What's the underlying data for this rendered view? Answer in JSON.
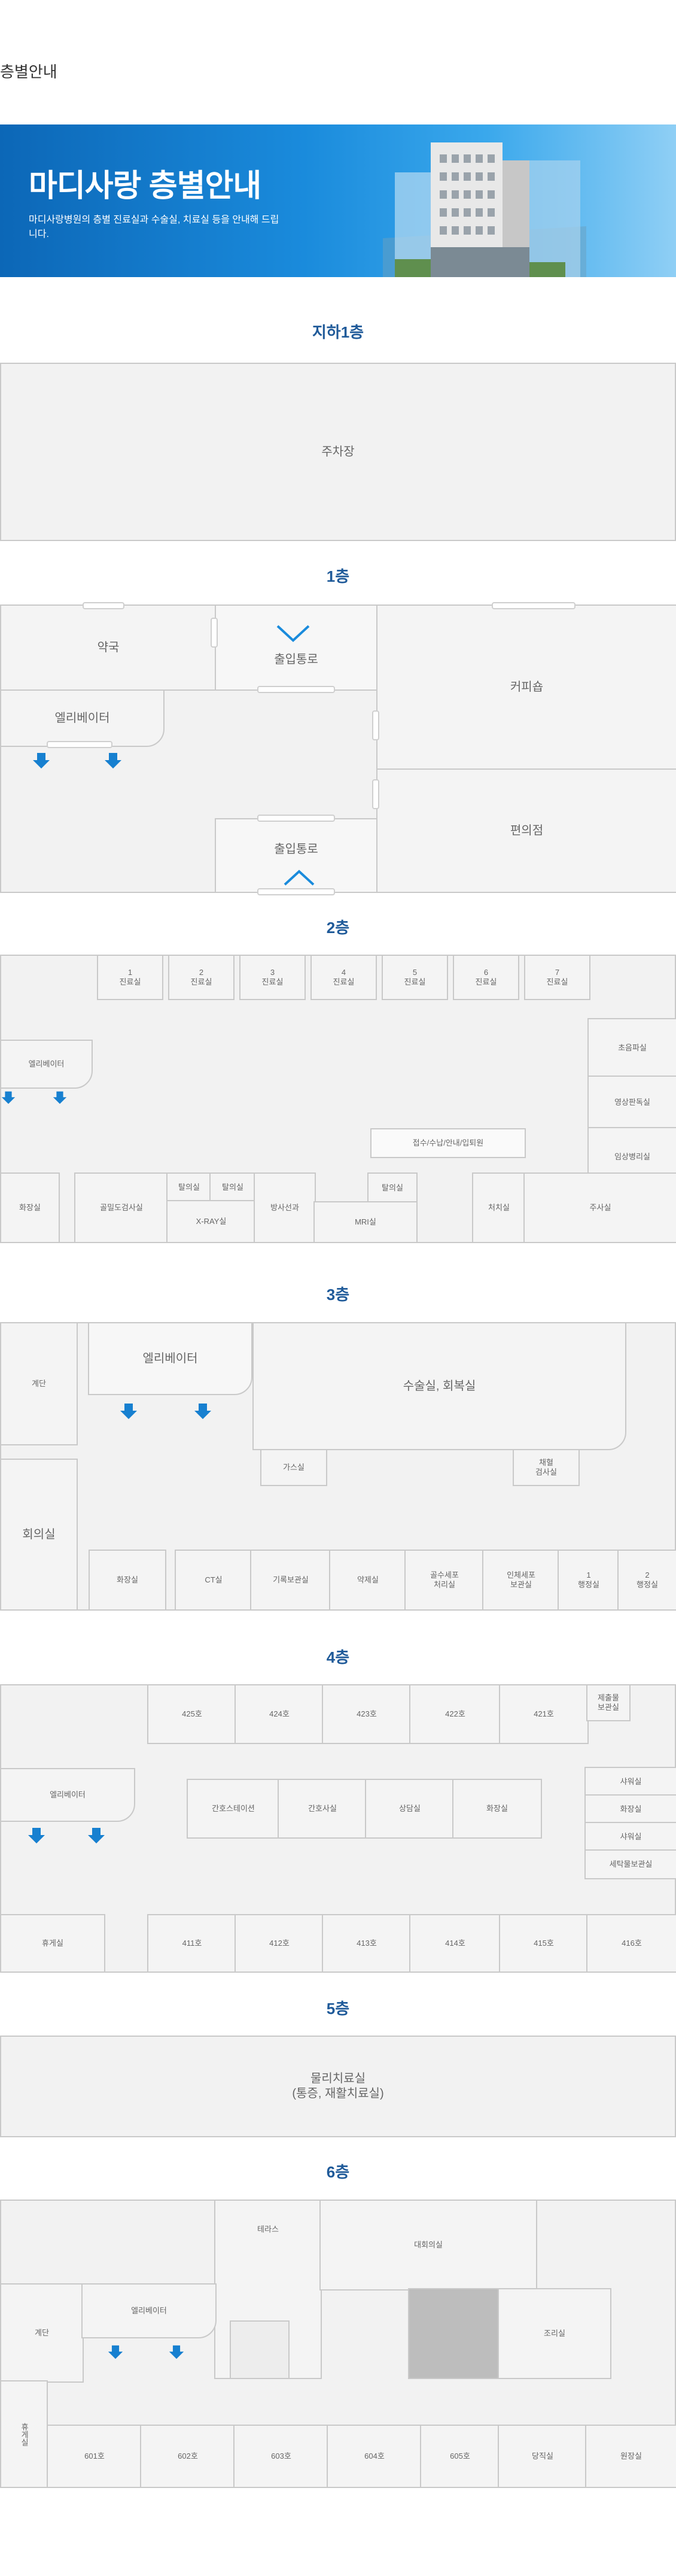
{
  "page": {
    "title": "층별안내"
  },
  "banner": {
    "title": "마디사랑 층별안내",
    "desc": "마디사랑병원의 층별 진료실과 수술실, 치료실 등을 안내해 드립니다."
  },
  "floors": {
    "b1": {
      "title": "지하1층",
      "parking": "주차장"
    },
    "f1": {
      "title": "1층",
      "pharmacy": "약국",
      "entrance_top": "출입통로",
      "elevator": "엘리베이터",
      "cafe": "커피숍",
      "store": "편의점",
      "entrance_bottom": "출입통로"
    },
    "f2": {
      "title": "2층",
      "exam": [
        "1\n진료실",
        "2\n진료실",
        "3\n진료실",
        "4\n진료실",
        "5\n진료실",
        "6\n진료실",
        "7\n진료실"
      ],
      "elevator": "엘리베이터",
      "ultrasound": "초음파실",
      "video": "영상판독실",
      "clinical": "임상병리실",
      "reception": "접수/수납/안내/입퇴원",
      "toilet": "화장실",
      "bone": "골밀도검사실",
      "dress1": "탈의실",
      "dress2": "탈의실",
      "xray": "X-RAY실",
      "radiology": "방사선과",
      "dress3": "탈의실",
      "mri": "MRI실",
      "treatment": "처치실",
      "injection": "주사실"
    },
    "f3": {
      "title": "3층",
      "stairs": "계단",
      "elevator": "엘리베이터",
      "surgery": "수술실, 회복실",
      "meeting": "회의실",
      "gas": "가스실",
      "blood": "채혈\n검사실",
      "toilet": "화장실",
      "ct": "CT실",
      "records": "기록보관실",
      "pharmacy": "약제실",
      "marrow": "골수세포\n처리실",
      "stem": "인체세포\n보관실",
      "admin1": "1\n행정실",
      "admin2": "2\n행정실"
    },
    "f4": {
      "title": "4층",
      "top": [
        "425호",
        "424호",
        "423호",
        "422호",
        "421호"
      ],
      "supply": "제출물\n보관실",
      "elevator": "엘리베이터",
      "station": "간호스테이션",
      "nurse": "간호사실",
      "counsel": "상담실",
      "toilet": "화장실",
      "right": [
        "샤워실",
        "화장실",
        "샤워실",
        "세탁물보관실"
      ],
      "lounge": "휴게실",
      "bottom": [
        "411호",
        "412호",
        "413호",
        "414호",
        "415호",
        "416호"
      ]
    },
    "f5": {
      "title": "5층",
      "rehab": "물리치료실\n(통증, 재활치료실)"
    },
    "f6": {
      "title": "6층",
      "terrace": "테라스",
      "hall": "대회의실",
      "stairs": "계단",
      "elevator": "엘리베이터",
      "kitchen": "조리실",
      "lounge": "휴게실",
      "rooms": [
        "601호",
        "602호",
        "603호",
        "604호",
        "605호"
      ],
      "night": "당직실",
      "director": "원장실"
    }
  }
}
